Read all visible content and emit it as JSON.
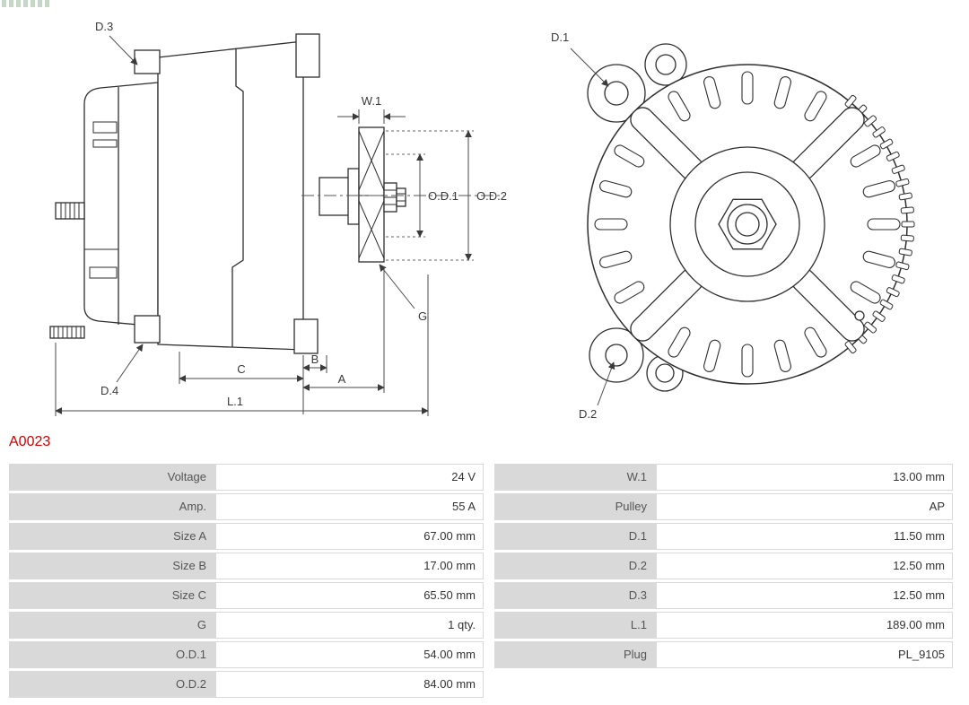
{
  "part_number": "A0023",
  "colors": {
    "accent_red": "#cc0000",
    "table_label_bg": "#d9d9d9",
    "table_border": "#d9d9d9",
    "drawing_line": "#2e2e2e"
  },
  "diagram": {
    "side_view": {
      "labels": {
        "d3": "D.3",
        "d4": "D.4",
        "w1": "W.1",
        "od1": "O.D.1",
        "od2": "O.D.2",
        "g": "G",
        "a": "A",
        "b": "B",
        "c": "C",
        "l1": "L.1"
      }
    },
    "front_view": {
      "labels": {
        "d1": "D.1",
        "d2": "D.2"
      }
    }
  },
  "table": {
    "rows": [
      {
        "label1": "Voltage",
        "value1": "24 V",
        "label2": "W.1",
        "value2": "13.00 mm"
      },
      {
        "label1": "Amp.",
        "value1": "55 A",
        "label2": "Pulley",
        "value2": "AP"
      },
      {
        "label1": "Size A",
        "value1": "67.00 mm",
        "label2": "D.1",
        "value2": "11.50 mm"
      },
      {
        "label1": "Size B",
        "value1": "17.00 mm",
        "label2": "D.2",
        "value2": "12.50 mm"
      },
      {
        "label1": "Size C",
        "value1": "65.50 mm",
        "label2": "D.3",
        "value2": "12.50 mm"
      },
      {
        "label1": "G",
        "value1": "1 qty.",
        "label2": "L.1",
        "value2": "189.00 mm"
      },
      {
        "label1": "O.D.1",
        "value1": "54.00 mm",
        "label2": "Plug",
        "value2": "PL_9105"
      },
      {
        "label1": "O.D.2",
        "value1": "84.00 mm"
      }
    ]
  }
}
